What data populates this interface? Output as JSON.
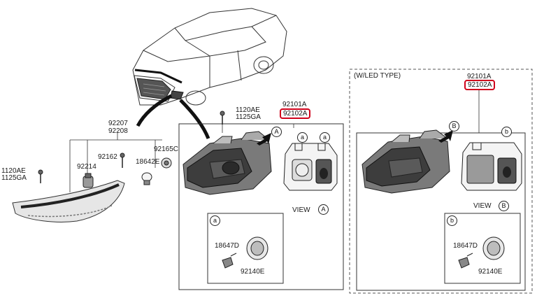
{
  "left_group": {
    "parts": {
      "p92207": "92207",
      "p92208": "92208",
      "p92214": "92214",
      "p92162": "92162",
      "p18642E": "18642E",
      "p92165C": "92165C",
      "p1120AE": "1120AE",
      "p1125GA": "1125GA"
    }
  },
  "center_group": {
    "bolt_1120AE": "1120AE",
    "bolt_1125GA": "1125GA",
    "part_92101A": "92101A",
    "part_92102A": "92102A",
    "callout_A": "A",
    "callout_a": "a",
    "view_label": "VIEW",
    "detail": {
      "callout": "a",
      "bulb_part": "18647D",
      "cap_part": "92140E"
    }
  },
  "led_group": {
    "title": "(W/LED TYPE)",
    "part_92101A": "92101A",
    "part_92102A": "92102A",
    "callout_B": "B",
    "callout_b": "b",
    "view_label": "VIEW",
    "detail": {
      "callout": "b",
      "bulb_part": "18647D",
      "cap_part": "92140E"
    }
  },
  "colors": {
    "highlight": "#d0021b",
    "line": "#222222",
    "part_dark": "#3a3a3a",
    "part_mid": "#8a8a8a",
    "part_light": "#cfcfcf"
  }
}
